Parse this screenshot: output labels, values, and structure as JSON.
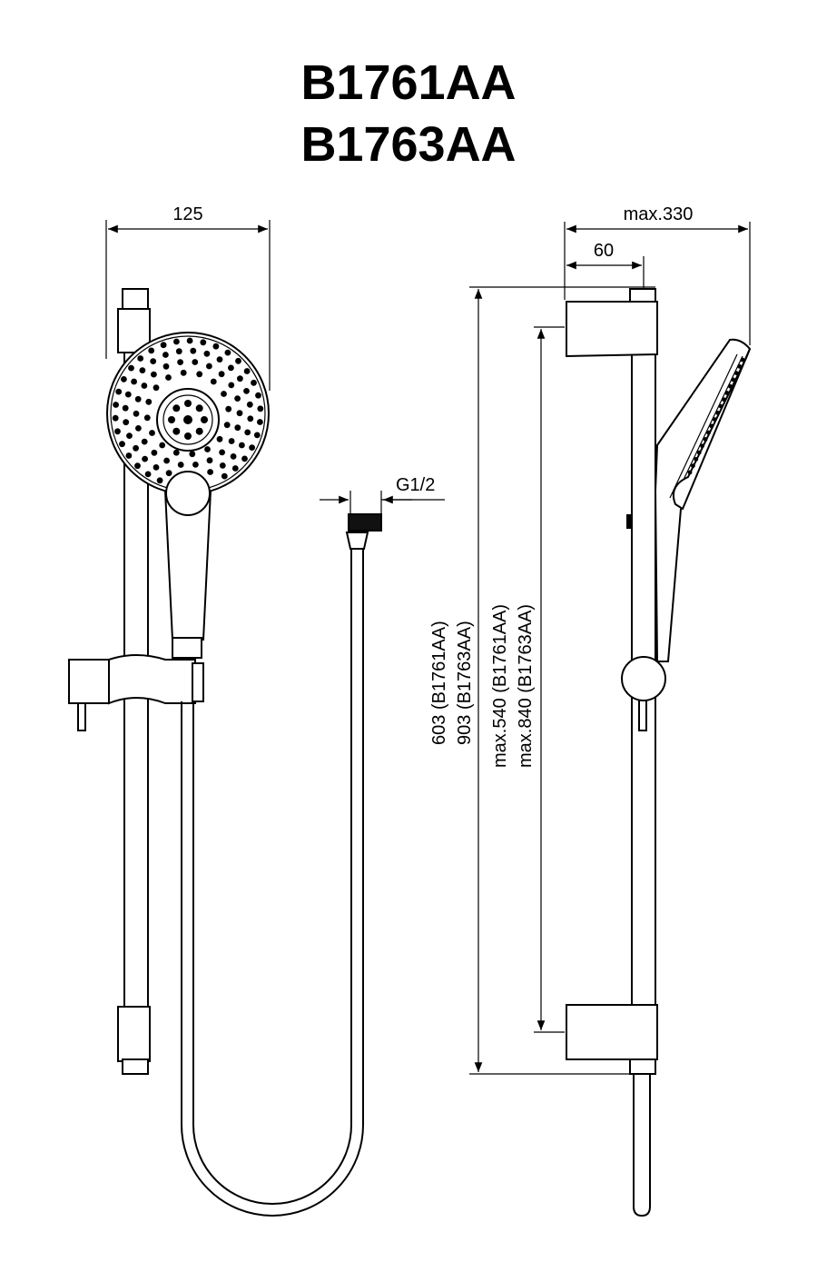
{
  "titles": [
    "B1761AA",
    "B1763AA"
  ],
  "dimensions": {
    "width_front": "125",
    "max_depth": "max.330",
    "wall_depth": "60",
    "hose_thread": "G1/2",
    "total_length_a": "603 (B1761AA)",
    "total_length_b": "903 (B1763AA)",
    "adjust_length_a": "max.540 (B1761AA)",
    "adjust_length_b": "max.840 (B1763AA)"
  }
}
